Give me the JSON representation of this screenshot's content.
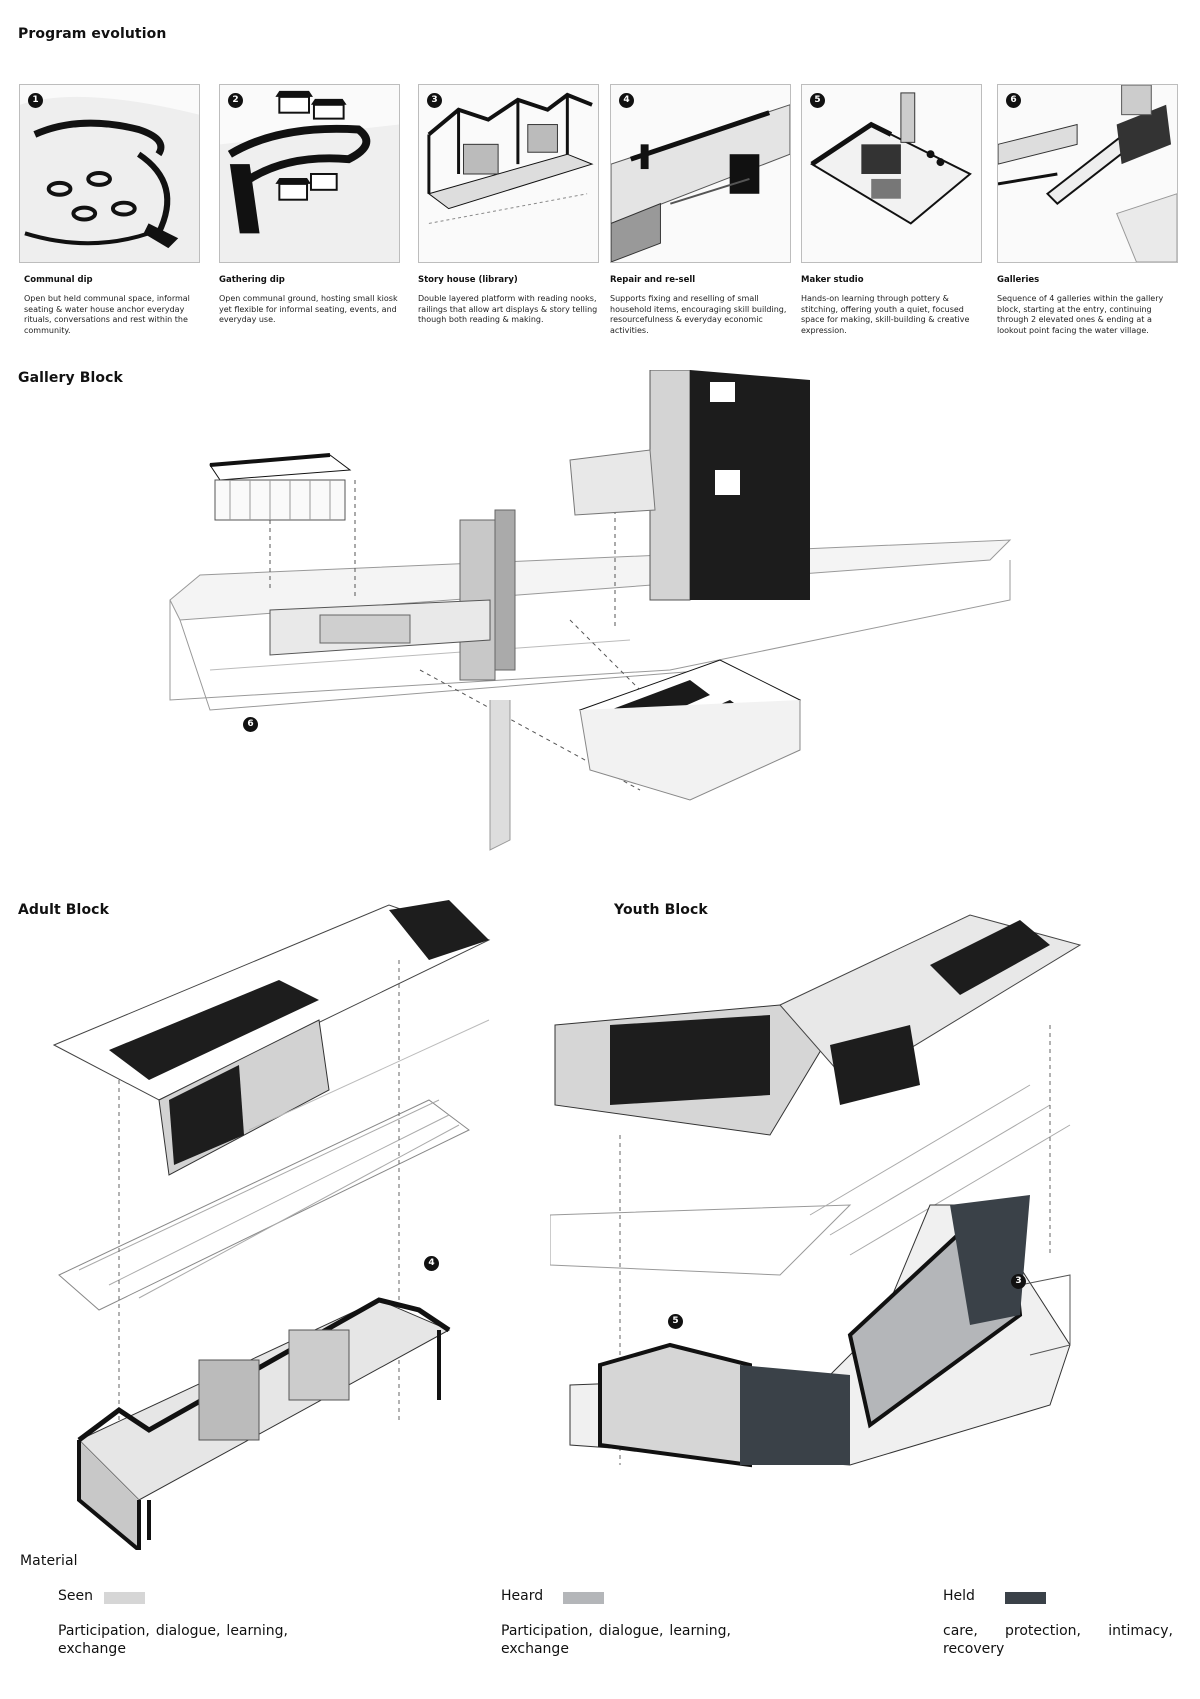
{
  "program": {
    "title": "Program evolution",
    "panels": [
      {
        "num": "1",
        "title": "Communal dip",
        "desc": "Open but held communal space, informal seating & water house anchor everyday rituals, conversations and rest within the community."
      },
      {
        "num": "2",
        "title": "Gathering dip",
        "desc": "Open communal ground, hosting small kiosk yet flexible for informal seating, events, and everyday use."
      },
      {
        "num": "3",
        "title": "Story house (library)",
        "desc": "Double layered platform with reading nooks, railings that allow art displays & story telling though both reading & making."
      },
      {
        "num": "4",
        "title": "Repair and re-sell",
        "desc": "Supports fixing and reselling of small household items, encouraging skill building, resourcefulness & everyday economic activities."
      },
      {
        "num": "5",
        "title": "Maker studio",
        "desc": "Hands-on learning through pottery & stitching, offering youth a quiet, focused space for making, skill-building & creative expression."
      },
      {
        "num": "6",
        "title": "Galleries",
        "desc": "Sequence of 4 galleries within the gallery block, starting at the entry, continuing through 2 elevated ones & ending at a lookout point facing the water village."
      }
    ]
  },
  "gallery": {
    "title": "Gallery Block",
    "marker": "6"
  },
  "adult": {
    "title": "Adult Block",
    "marker": "4"
  },
  "youth": {
    "title": "Youth Block",
    "marker_a": "5",
    "marker_b": "3"
  },
  "material": {
    "title": "Material",
    "items": [
      {
        "label": "Seen",
        "color": "#d6d6d6",
        "desc": "Participation, dialogue, learning, exchange"
      },
      {
        "label": "Heard",
        "color": "#b4b6b9",
        "desc": "Participation, dialogue, learning, exchange"
      },
      {
        "label": "Held",
        "color": "#3a4148",
        "desc": "care, protection, intimacy, recovery"
      }
    ]
  }
}
